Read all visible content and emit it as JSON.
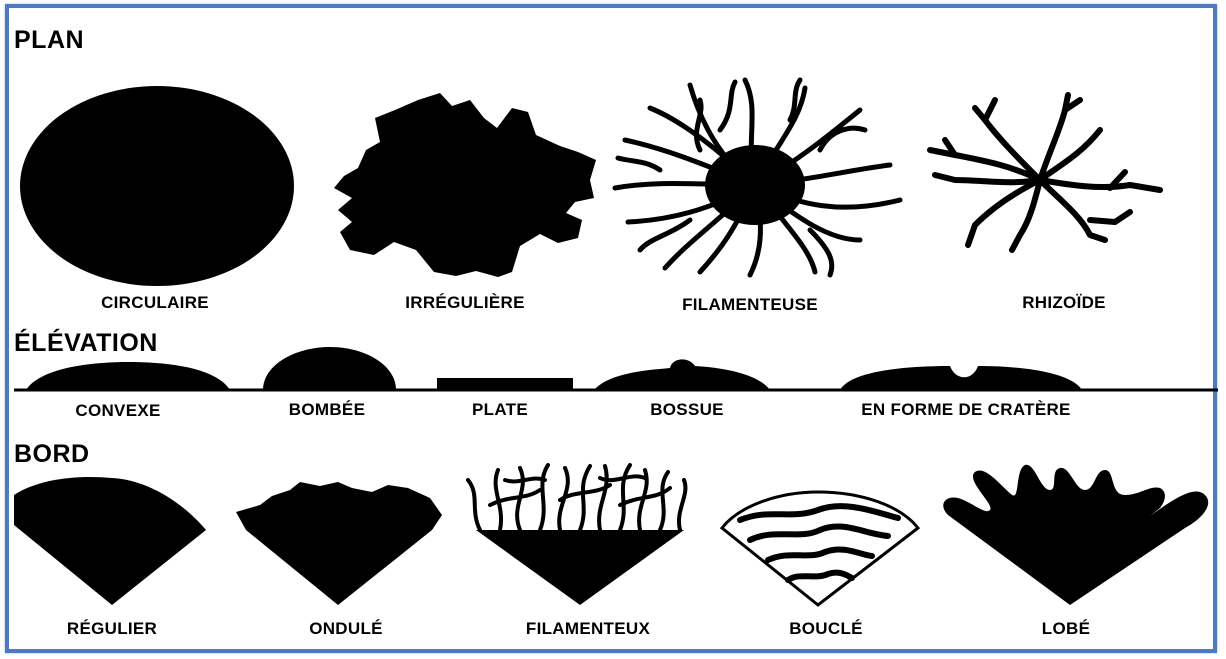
{
  "sections": {
    "plan": "PLAN",
    "elevation": "ÉLÉVATION",
    "bord": "BORD"
  },
  "plan_labels": [
    "CIRCULAIRE",
    "IRRÉGULIÈRE",
    "FILAMENTEUSE",
    "RHIZOÏDE"
  ],
  "elevation_labels": [
    "CONVEXE",
    "BOMBÉE",
    "PLATE",
    "BOSSUE",
    "EN FORME DE CRATÈRE"
  ],
  "bord_labels": [
    "RÉGULIER",
    "ONDULÉ",
    "FILAMENTEUX",
    "BOUCLÉ",
    "LOBÉ"
  ],
  "colors": {
    "frame": "#4f7ac0",
    "ink": "#000000",
    "background": "#ffffff"
  }
}
